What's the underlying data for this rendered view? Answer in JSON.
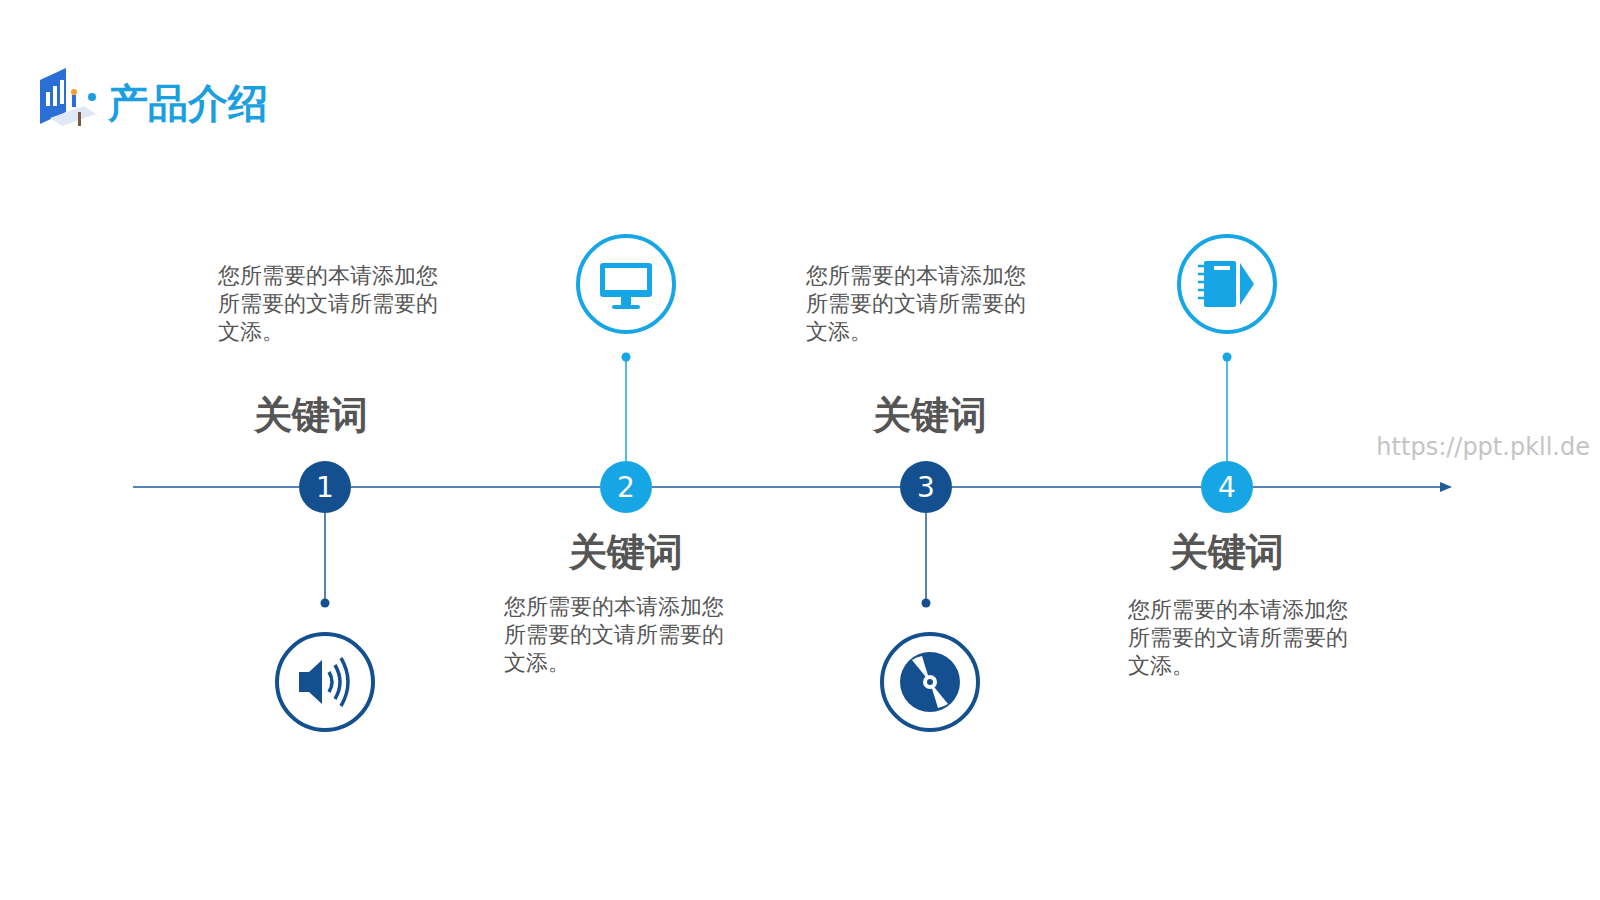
{
  "diagram": {
    "title": "产品介绍",
    "nodes": [
      {
        "text": [
          "1"
        ]
      },
      {
        "text": [
          "2"
        ]
      },
      {
        "text": [
          "3"
        ]
      },
      {
        "text": [
          "4"
        ]
      }
    ],
    "edges": [
      {
        "from": 0,
        "to": 1,
        "arrow": "none"
      },
      {
        "from": 1,
        "to": 2,
        "arrow": "none"
      },
      {
        "from": 2,
        "to": 3,
        "arrow": "none"
      }
    ],
    "labels": [
      "您所需要的本请添加您 所需要的文请所需要的 文添。",
      "关键词",
      "关键词",
      "您所需要的本请添加您 所需要的文请所需要的 文添。",
      "您所需要的本请添加您 所需要的文请所需要的 文添。",
      "关键词",
      "关键词",
      "您所需要的本请添加您 所需要的文请所需要的 文添。",
      "https://ppt.pkll.de"
    ]
  }
}
